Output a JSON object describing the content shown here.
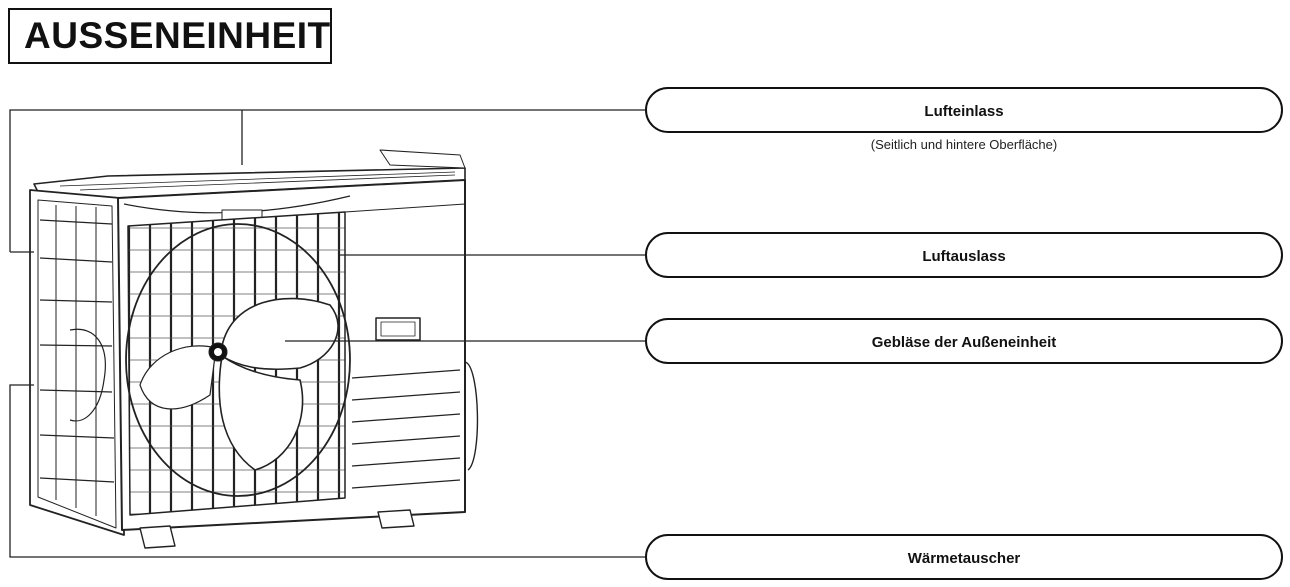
{
  "title": "AUSSENEINHEIT",
  "labels": {
    "air_inlet": "Lufteinlass",
    "air_inlet_note": "(Seitlich und hintere Oberfläche)",
    "air_outlet": "Luftauslass",
    "fan": "Gebläse der Außeneinheit",
    "heat_exchanger": "Wärmetauscher"
  }
}
